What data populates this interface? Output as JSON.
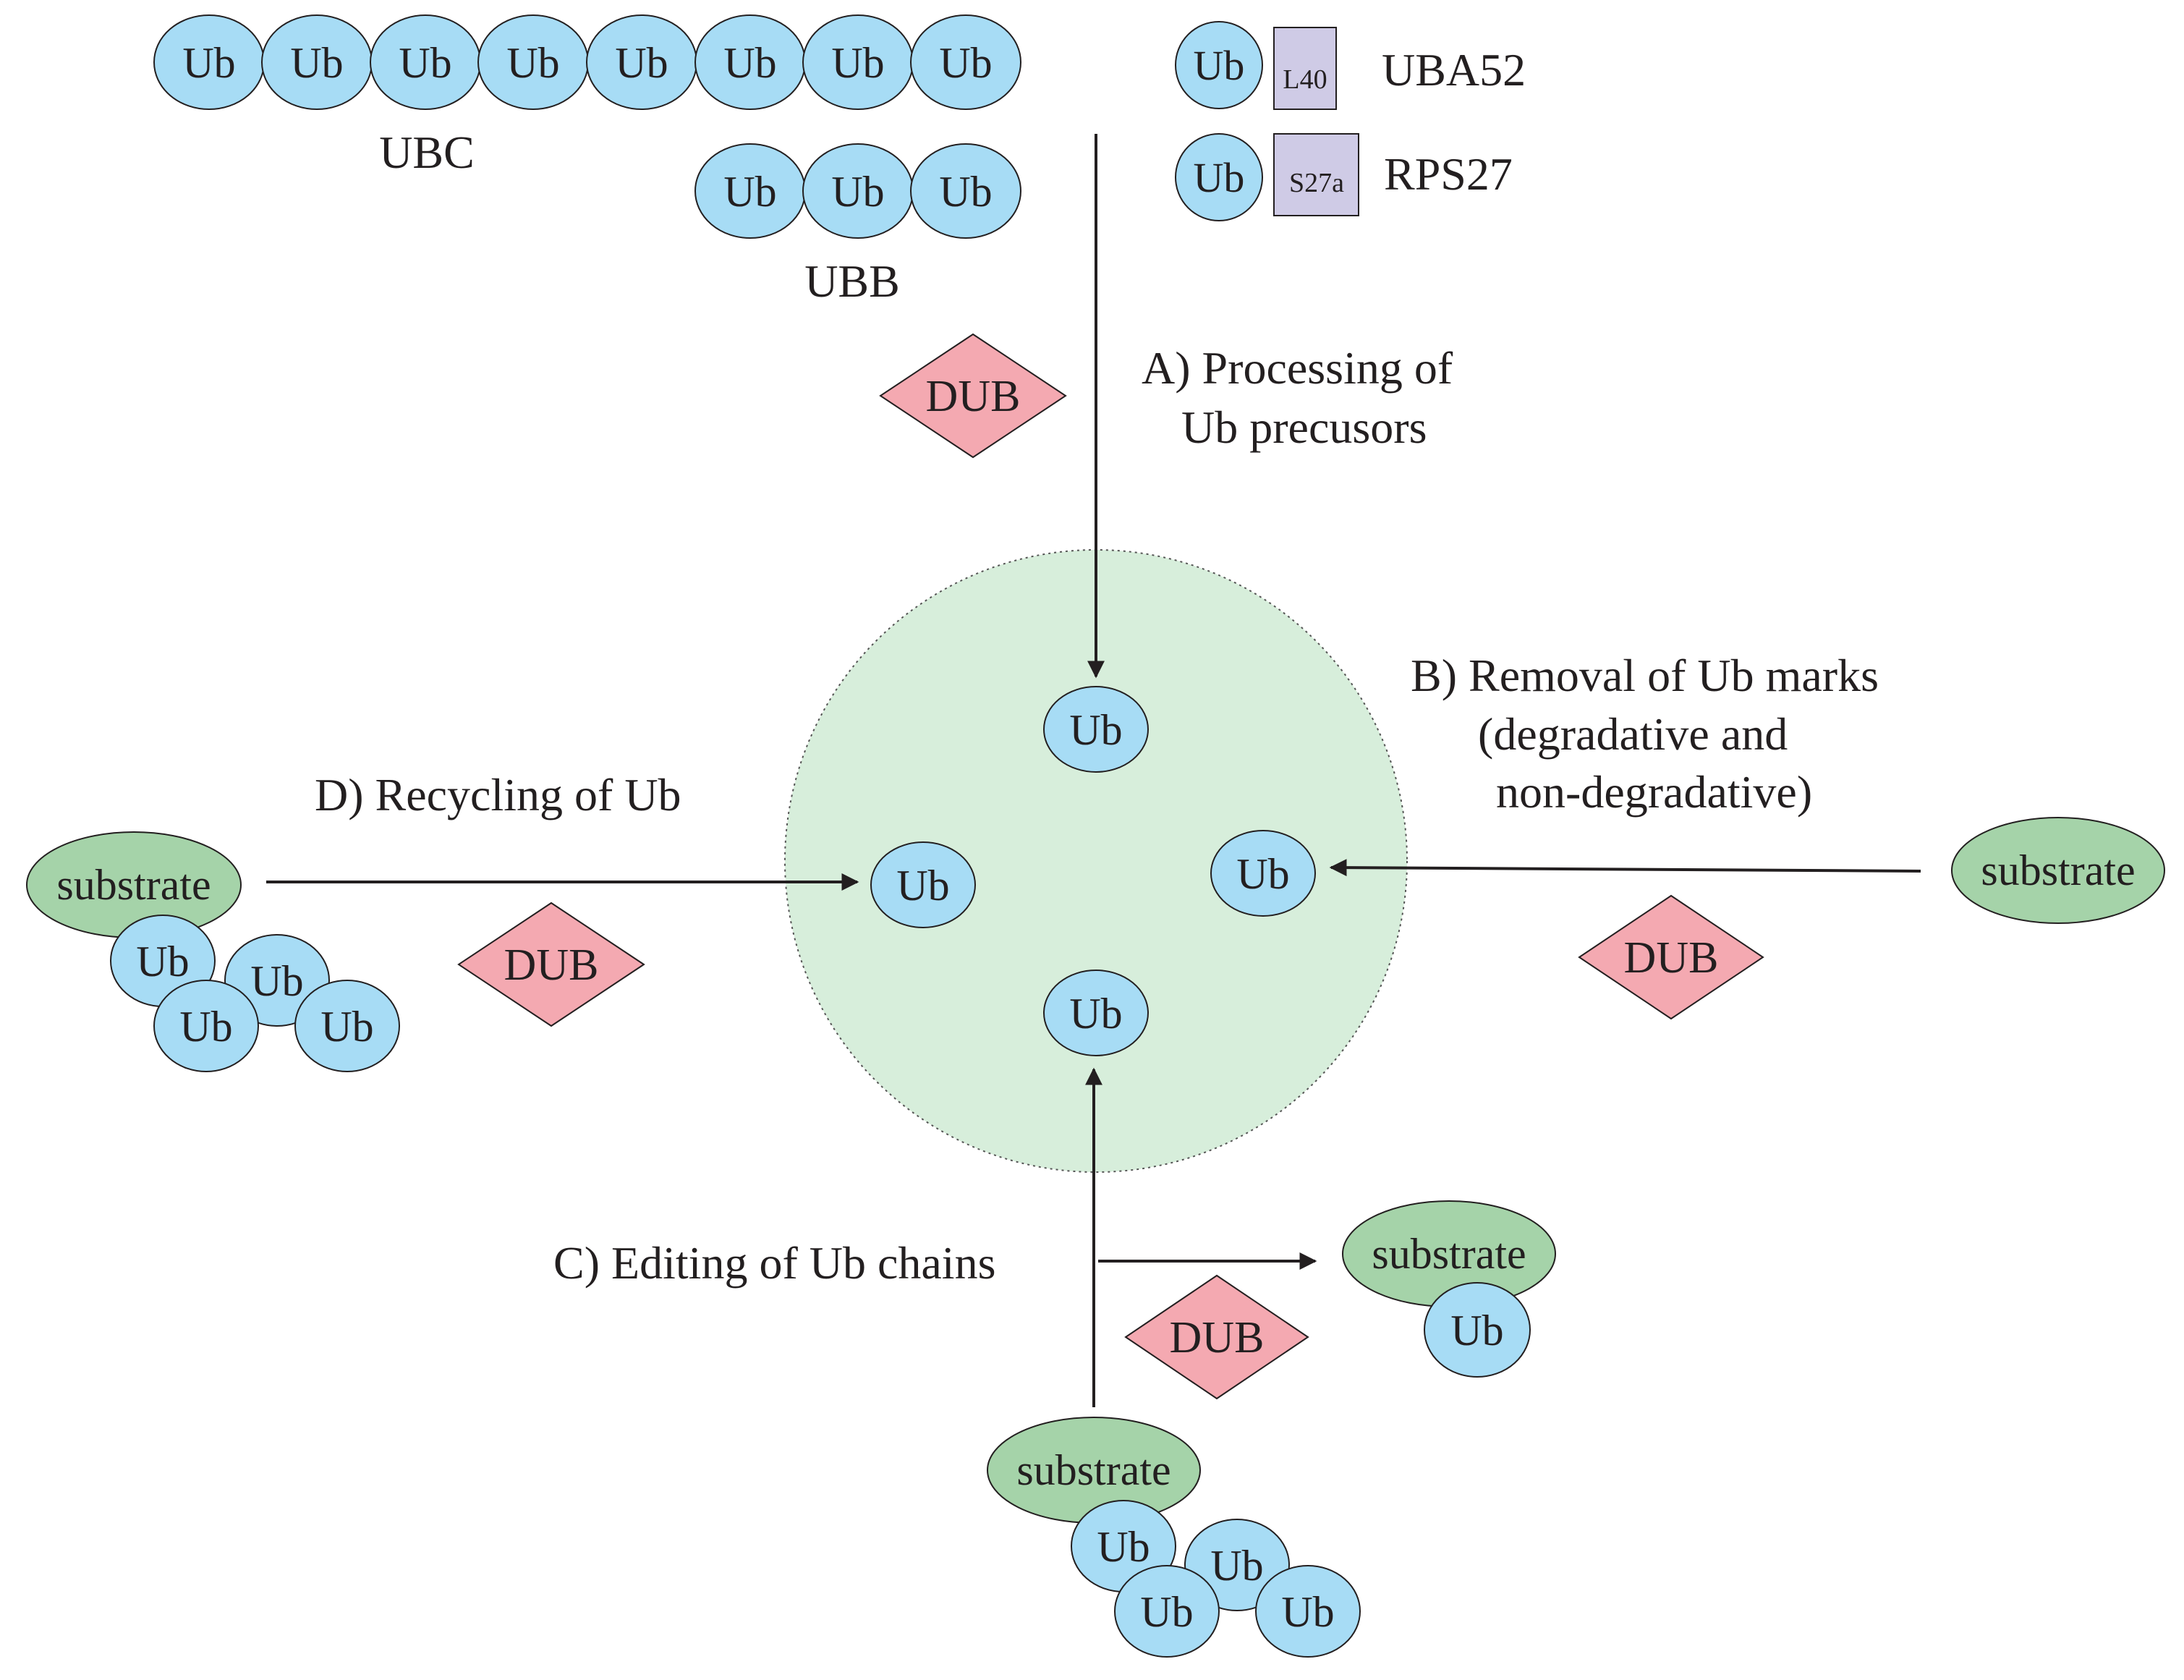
{
  "colors": {
    "ub_fill": "#a7dcf5",
    "substrate_fill": "#a5d3a9",
    "dub_fill": "#f4a9b1",
    "pool_fill": "#d7eedb",
    "fusion_fill": "#cfcbe6",
    "stroke": "#231f20",
    "text": "#231f20"
  },
  "labels": {
    "ub": "Ub",
    "dub": "DUB",
    "substrate": "substrate"
  },
  "precursors": {
    "ubc": "UBC",
    "ubb": "UBB",
    "uba52": "UBA52",
    "rps27": "RPS27",
    "l40": "L40",
    "s27a": "S27a"
  },
  "pathways": {
    "a_line1": "A) Processing of",
    "a_line2": "Ub precusors",
    "b_line1": "B) Removal of Ub marks",
    "b_line2": "(degradative and",
    "b_line3": "non-degradative)",
    "c": "C) Editing of Ub chains",
    "d": "D) Recycling of Ub"
  }
}
